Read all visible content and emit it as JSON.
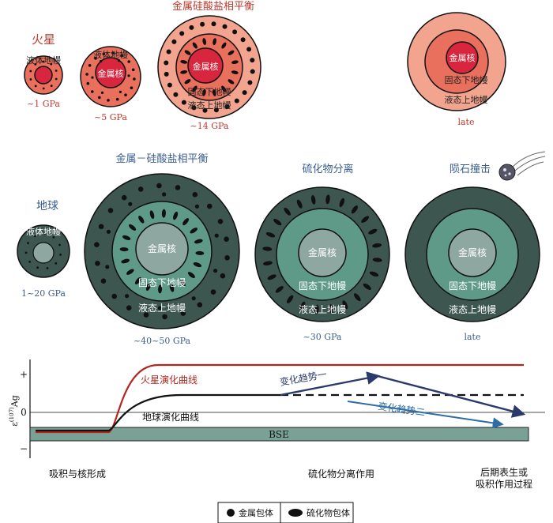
{
  "mars": {
    "title": "火星",
    "equilibrium_title": "金属硅酸盐相平衡",
    "stage1": {
      "label": "液体地幔",
      "pressure": "~1 GPa"
    },
    "stage2": {
      "core": "金属核",
      "label": "液体地幔",
      "pressure": "~5 GPa"
    },
    "stage3": {
      "core": "金属核",
      "inner": "固态下地幔",
      "outer": "液态上地幔",
      "pressure": "~14 GPa"
    },
    "stage4": {
      "core": "金属核",
      "inner": "固态下地幔",
      "outer": "液态上地幔",
      "pressure": "late"
    }
  },
  "earth": {
    "title": "地球",
    "equilibrium_title": "金属－硅酸盐相平衡",
    "sulfide_title": "硫化物分离",
    "impact_title": "陨石撞击",
    "stage1": {
      "label": "液体地幔",
      "pressure": "1~20 GPa"
    },
    "stage2": {
      "core": "金属核",
      "inner": "固态下地幔",
      "outer": "液态上地幔",
      "pressure": "~40~50 GPa"
    },
    "stage3": {
      "core": "金属核",
      "inner": "固态下地幔",
      "outer": "液态上地幔",
      "pressure": "~30 GPa"
    },
    "stage4": {
      "core": "金属核",
      "inner": "固态下地幔",
      "outer": "液态上地幔",
      "pressure": "late"
    }
  },
  "graph": {
    "y_label": "ε(107)Ag",
    "tick_plus": "+",
    "tick_zero": "0",
    "tick_minus": "−",
    "mars_curve_label": "火星演化曲线",
    "earth_curve_label": "地球演化曲线",
    "trend1_label": "变化趋势一",
    "trend2_label": "变化趋势二",
    "bse_label": "BSE",
    "phase1": "吸积与核形成",
    "phase2": "硫化物分离作用",
    "phase3_line1": "后期表生或",
    "phase3_line2": "吸积作用过程"
  },
  "legend": {
    "metal_inclusion": "金属包体",
    "sulfide_inclusion": "硫化物包体"
  },
  "colors": {
    "mars_title": "#c0392b",
    "earth_title": "#3a5f8f",
    "mars_outer": "#f2a48f",
    "mars_mid": "#e8705c",
    "mars_core": "#d7263d",
    "earth_outer": "#3e5650",
    "earth_mid": "#5f9a88",
    "earth_core": "#8fa7a1",
    "mars_curve": "#b3261e",
    "earth_curve": "#111111",
    "trend_arrow": "#2b3a6b",
    "bse_band": "#7aa196"
  }
}
